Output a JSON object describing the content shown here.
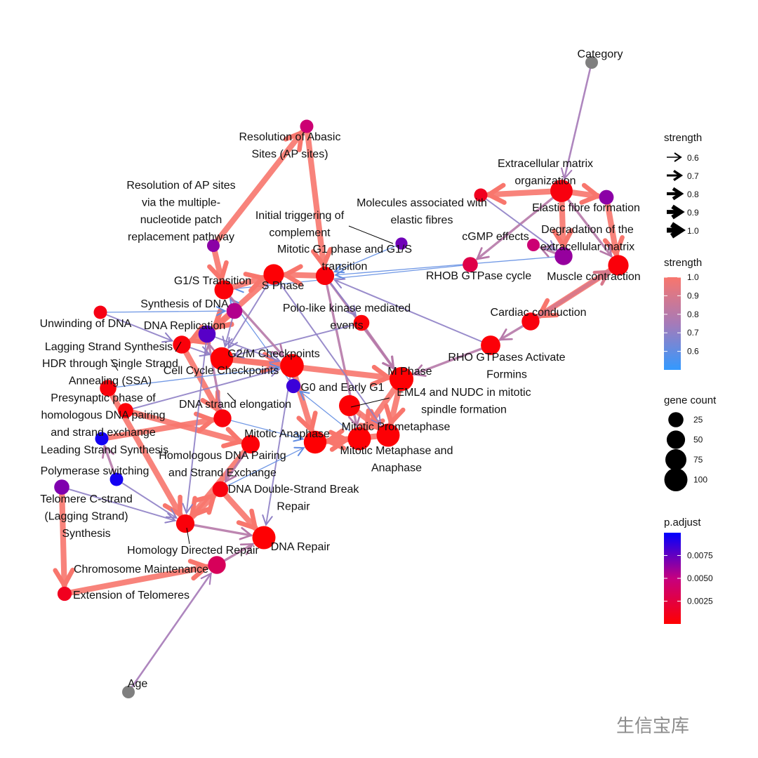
{
  "chart_data": {
    "type": "network",
    "title": "",
    "nodes": [
      {
        "id": "category",
        "label": "Category",
        "count": null,
        "padj": null,
        "gray": true
      },
      {
        "id": "age",
        "label": "Age",
        "count": null,
        "padj": null,
        "gray": true
      },
      {
        "id": "abasic",
        "label": "Resolution of Abasic\nSites (AP sites)",
        "count": 15,
        "padj": 0.0045
      },
      {
        "id": "ap_multi",
        "label": "Resolution of AP sites\nvia the multiple-\nnucleotide patch\nreplacement pathway",
        "count": 12,
        "padj": 0.0065
      },
      {
        "id": "ecm",
        "label": "Extracellular matrix\norganization",
        "count": 90,
        "padj": 0.0006
      },
      {
        "id": "mol_elastic",
        "label": "Molecules associated with\nelastic fibres",
        "count": 15,
        "padj": 0.0012
      },
      {
        "id": "elastic",
        "label": "Elastic fibre formation",
        "count": 22,
        "padj": 0.0065
      },
      {
        "id": "degradation",
        "label": "Degradation of the\nextracellular matrix",
        "count": 45,
        "padj": 0.0062
      },
      {
        "id": "cgmp",
        "label": "cGMP effects",
        "count": 12,
        "padj": 0.0045
      },
      {
        "id": "initial",
        "label": "Initial triggering of\ncomplement",
        "count": 10,
        "padj": 0.0072
      },
      {
        "id": "g1s_mit",
        "label": "Mitotic G1 phase and G1/S\ntransition",
        "count": 50,
        "padj": 0.0004
      },
      {
        "id": "rhob",
        "label": "RHOB GTPase cycle",
        "count": 25,
        "padj": 0.0028
      },
      {
        "id": "muscle",
        "label": "Muscle contraction",
        "count": 70,
        "padj": 0.0004
      },
      {
        "id": "cardiac",
        "label": "Cardiac conduction",
        "count": 45,
        "padj": 0.0005
      },
      {
        "id": "g1s",
        "label": "G1/S Transition",
        "count": 55,
        "padj": 0.0003
      },
      {
        "id": "sphase",
        "label": "S Phase",
        "count": 70,
        "padj": 0.0002
      },
      {
        "id": "synth_dna",
        "label": "Synthesis of DNA",
        "count": 30,
        "padj": 0.0055
      },
      {
        "id": "plk",
        "label": "Polo-like kinase mediated\nevents",
        "count": 30,
        "padj": 0.0003
      },
      {
        "id": "unwinding",
        "label": "Unwinding of DNA",
        "count": 15,
        "padj": 0.0008
      },
      {
        "id": "dna_rep",
        "label": "DNA Replication",
        "count": 40,
        "padj": 0.0078
      },
      {
        "id": "rho_formins",
        "label": "RHO GTPases Activate\nFormins",
        "count": 60,
        "padj": 0.0003
      },
      {
        "id": "lagging",
        "label": "Lagging Strand Synthesis",
        "count": 45,
        "padj": 0.0004
      },
      {
        "id": "g2m",
        "label": "G2/M Checkpoints",
        "count": 95,
        "padj": 0.0001
      },
      {
        "id": "hdr_ssa",
        "label": "HDR through Single Strand\nAnnealing (SSA)",
        "count": 35,
        "padj": 0.0004
      },
      {
        "id": "cc_check",
        "label": "Cell Cycle Checkpoints",
        "count": 105,
        "padj": 0.0001
      },
      {
        "id": "mphase",
        "label": "M Phase",
        "count": 110,
        "padj": 0.0001
      },
      {
        "id": "g0",
        "label": "G0 and Early G1",
        "count": 20,
        "padj": 0.0085
      },
      {
        "id": "eml4",
        "label": "EML4 and NUDC in mitotic\nspindle formation",
        "count": 75,
        "padj": 0.0002
      },
      {
        "id": "presyn",
        "label": "Presynaptic phase of\nhomologous DNA pairing\nand strand exchange",
        "count": 25,
        "padj": 0.0003
      },
      {
        "id": "dna_elong",
        "label": "DNA strand elongation",
        "count": 45,
        "padj": 0.0004
      },
      {
        "id": "mito_prometa",
        "label": "Mitotic Prometaphase",
        "count": 100,
        "padj": 0.0002
      },
      {
        "id": "mito_ana",
        "label": "Mitotic Anaphase",
        "count": 95,
        "padj": 0.0001
      },
      {
        "id": "mito_meta",
        "label": "Mitotic Metaphase and\nAnaphase",
        "count": 100,
        "padj": 0.0001
      },
      {
        "id": "leading",
        "label": "Leading Strand Synthesis",
        "count": 15,
        "padj": 0.0095
      },
      {
        "id": "hom_pair",
        "label": "Homologous DNA Pairing\nand Strand Exchange",
        "count": 50,
        "padj": 0.0003
      },
      {
        "id": "pol_switch",
        "label": "Polymerase switching",
        "count": 15,
        "padj": 0.0095
      },
      {
        "id": "telo_c",
        "label": "Telomere C-strand\n(Lagging Strand)\nSynthesis",
        "count": 25,
        "padj": 0.0068
      },
      {
        "id": "dsb",
        "label": "DNA Double-Strand Break\nRepair",
        "count": 30,
        "padj": 0.0005
      },
      {
        "id": "hdr",
        "label": "Homology Directed Repair",
        "count": 50,
        "padj": 0.0004
      },
      {
        "id": "dna_repair",
        "label": "DNA Repair",
        "count": 100,
        "padj": 0.0001
      },
      {
        "id": "chromo",
        "label": "Chromosome Maintenance",
        "count": 45,
        "padj": 0.0035
      },
      {
        "id": "ext_telo",
        "label": "Extension of Telomeres",
        "count": 20,
        "padj": 0.0012
      }
    ],
    "edges": [
      {
        "from": "category",
        "to": "ecm",
        "strength": 0.75
      },
      {
        "from": "age",
        "to": "chromo",
        "strength": 0.75
      },
      {
        "from": "ap_multi",
        "to": "abasic",
        "strength": 1.0
      },
      {
        "from": "abasic",
        "to": "g1s_mit",
        "strength": 1.0
      },
      {
        "from": "ecm",
        "to": "mol_elastic",
        "strength": 1.0
      },
      {
        "from": "ecm",
        "to": "elastic",
        "strength": 1.0
      },
      {
        "from": "ecm",
        "to": "degradation",
        "strength": 1.0
      },
      {
        "from": "elastic",
        "to": "muscle",
        "strength": 1.0
      },
      {
        "from": "degradation",
        "to": "cgmp",
        "strength": 0.8
      },
      {
        "from": "muscle",
        "to": "cardiac",
        "strength": 1.0
      },
      {
        "from": "cardiac",
        "to": "rho_formins",
        "strength": 0.8
      },
      {
        "from": "degradation",
        "to": "g1s_mit",
        "strength": 0.6
      },
      {
        "from": "rhob",
        "to": "g1s",
        "strength": 0.6
      },
      {
        "from": "ecm",
        "to": "rhob",
        "strength": 0.8
      },
      {
        "from": "g1s_mit",
        "to": "sphase",
        "strength": 1.0
      },
      {
        "from": "g1s_mit",
        "to": "mito_meta",
        "strength": 0.8
      },
      {
        "from": "g1s_mit",
        "to": "mphase",
        "strength": 0.8
      },
      {
        "from": "g1s",
        "to": "sphase",
        "strength": 1.0
      },
      {
        "from": "sphase",
        "to": "dna_rep",
        "strength": 1.0
      },
      {
        "from": "synth_dna",
        "to": "dna_rep",
        "strength": 1.0
      },
      {
        "from": "unwinding",
        "to": "synth_dna",
        "strength": 0.6
      },
      {
        "from": "dna_rep",
        "to": "lagging",
        "strength": 1.0
      },
      {
        "from": "plk",
        "to": "mphase",
        "strength": 0.8
      },
      {
        "from": "g2m",
        "to": "cc_check",
        "strength": 1.0
      },
      {
        "from": "cc_check",
        "to": "mito_ana",
        "strength": 1.0
      },
      {
        "from": "mphase",
        "to": "mito_prometa",
        "strength": 1.0
      },
      {
        "from": "mphase",
        "to": "mito_meta",
        "strength": 1.0
      },
      {
        "from": "eml4",
        "to": "mito_prometa",
        "strength": 1.0
      },
      {
        "from": "mito_prometa",
        "to": "mito_ana",
        "strength": 1.0
      },
      {
        "from": "rho_formins",
        "to": "mphase",
        "strength": 0.8
      },
      {
        "from": "g0",
        "to": "g1s",
        "strength": 0.6
      },
      {
        "from": "lagging",
        "to": "dna_elong",
        "strength": 1.0
      },
      {
        "from": "hdr_ssa",
        "to": "hdr",
        "strength": 1.0
      },
      {
        "from": "presyn",
        "to": "hom_pair",
        "strength": 1.0
      },
      {
        "from": "hom_pair",
        "to": "hdr",
        "strength": 1.0
      },
      {
        "from": "leading",
        "to": "dna_elong",
        "strength": 1.0
      },
      {
        "from": "pol_switch",
        "to": "leading",
        "strength": 0.8
      },
      {
        "from": "telo_c",
        "to": "ext_telo",
        "strength": 1.0
      },
      {
        "from": "ext_telo",
        "to": "chromo",
        "strength": 1.0
      },
      {
        "from": "chromo",
        "to": "dna_repair",
        "strength": 0.8
      },
      {
        "from": "dsb",
        "to": "dna_repair",
        "strength": 1.0
      },
      {
        "from": "hdr",
        "to": "dsb",
        "strength": 1.0
      },
      {
        "from": "hdr",
        "to": "dna_repair",
        "strength": 0.8
      },
      {
        "from": "dna_elong",
        "to": "dna_rep",
        "strength": 0.8
      },
      {
        "from": "mito_ana",
        "to": "mito_meta",
        "strength": 1.0
      },
      {
        "from": "g2m",
        "to": "mphase",
        "strength": 1.0
      },
      {
        "from": "sphase",
        "to": "g2m",
        "strength": 0.7
      },
      {
        "from": "plk",
        "to": "g2m",
        "strength": 0.7
      },
      {
        "from": "unwinding",
        "to": "lagging",
        "strength": 0.7
      },
      {
        "from": "cc_check",
        "to": "g0",
        "strength": 0.6
      },
      {
        "from": "dna_rep",
        "to": "hdr",
        "strength": 0.7
      },
      {
        "from": "g1s_mit",
        "to": "plk",
        "strength": 0.7
      },
      {
        "from": "initial",
        "to": "g1s_mit",
        "strength": 0.6
      },
      {
        "from": "mol_elastic",
        "to": "degradation",
        "strength": 0.7
      },
      {
        "from": "ecm",
        "to": "muscle",
        "strength": 0.8
      },
      {
        "from": "rho_formins",
        "to": "g1s_mit",
        "strength": 0.7
      },
      {
        "from": "cardiac",
        "to": "muscle",
        "strength": 0.9
      },
      {
        "from": "hom_pair",
        "to": "dsb",
        "strength": 0.8
      },
      {
        "from": "presyn",
        "to": "cc_check",
        "strength": 0.7
      },
      {
        "from": "lagging",
        "to": "g2m",
        "strength": 0.7
      },
      {
        "from": "synth_dna",
        "to": "g2m",
        "strength": 0.7
      },
      {
        "from": "dna_elong",
        "to": "mito_ana",
        "strength": 0.6
      },
      {
        "from": "sphase",
        "to": "mito_prometa",
        "strength": 0.7
      },
      {
        "from": "g1s",
        "to": "cc_check",
        "strength": 0.8
      },
      {
        "from": "mito_meta",
        "to": "g0",
        "strength": 0.6
      },
      {
        "from": "cc_check",
        "to": "dna_repair",
        "strength": 0.7
      },
      {
        "from": "telo_c",
        "to": "hdr",
        "strength": 0.7
      },
      {
        "from": "pol_switch",
        "to": "hdr",
        "strength": 0.7
      },
      {
        "from": "ap_multi",
        "to": "g1s",
        "strength": 1.0
      },
      {
        "from": "hdr_ssa",
        "to": "cc_check",
        "strength": 0.6
      },
      {
        "from": "dna_rep",
        "to": "cc_check",
        "strength": 0.7
      },
      {
        "from": "dsb",
        "to": "mito_ana",
        "strength": 0.6
      }
    ],
    "legend": {
      "arrow_title": "strength",
      "arrow_values": [
        "0.6",
        "0.7",
        "0.8",
        "0.9",
        "1.0"
      ],
      "color_title": "strength",
      "color_ticks": [
        "0.6",
        "0.7",
        "0.8",
        "0.9",
        "1.0"
      ],
      "color_range": [
        0.5,
        1.0
      ],
      "size_title": "gene count",
      "size_values": [
        "25",
        "50",
        "75",
        "100"
      ],
      "padj_title": "p.adjust",
      "padj_ticks": [
        "0.0025",
        "0.0050",
        "0.0075"
      ],
      "padj_range": [
        0.0,
        0.01
      ],
      "colors": {
        "low_strength": "#3399FF",
        "high_strength": "#F8766D",
        "low_padj": "#FF0000",
        "high_padj": "#0000FF",
        "gray": "#7F7F7F"
      }
    }
  },
  "watermark": "生信宝库"
}
